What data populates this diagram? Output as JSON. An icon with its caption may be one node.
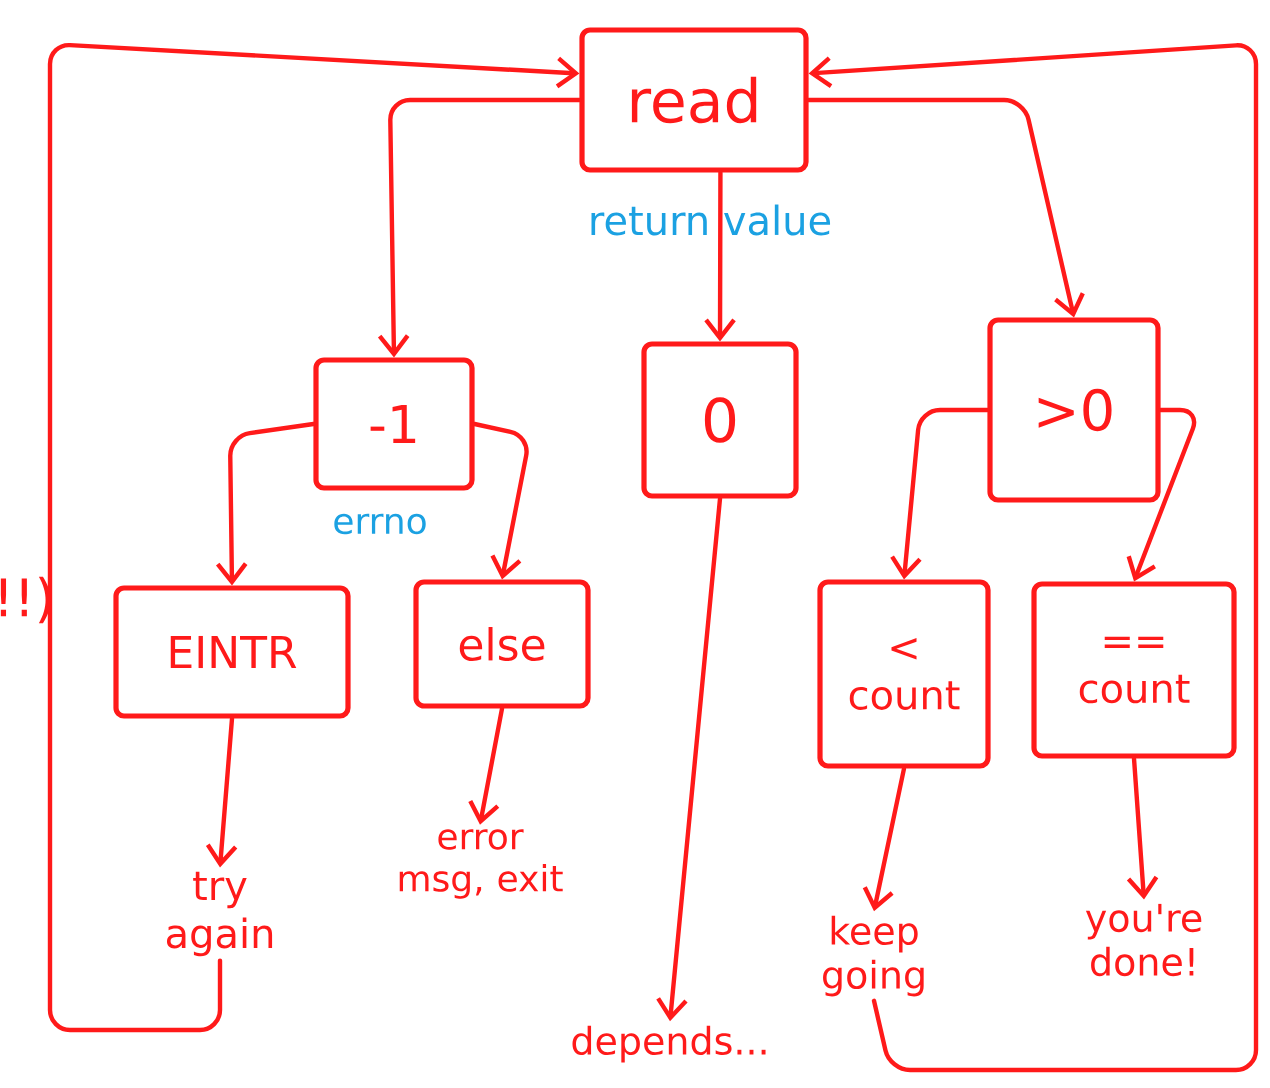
{
  "diagram": {
    "nodes": [
      {
        "text": [
          "read"
        ]
      },
      {
        "text": [
          "-1"
        ]
      },
      {
        "text": [
          "0"
        ]
      },
      {
        "text": [
          ">0"
        ]
      },
      {
        "text": [
          "EINTR"
        ]
      },
      {
        "text": [
          "else"
        ]
      },
      {
        "text": [
          "< count"
        ]
      },
      {
        "text": [
          "== count"
        ]
      },
      {
        "text": [
          "try again"
        ]
      },
      {
        "text": [
          "error msg, exit"
        ]
      },
      {
        "text": [
          "depends..."
        ]
      },
      {
        "text": [
          "keep going"
        ]
      },
      {
        "text": [
          "you're done!"
        ]
      }
    ],
    "edges": [
      {
        "from": 0,
        "to": 1,
        "arrow": "to"
      },
      {
        "from": 0,
        "to": 2,
        "arrow": "to"
      },
      {
        "from": 0,
        "to": 3,
        "arrow": "to"
      },
      {
        "from": 1,
        "to": 4,
        "arrow": "to"
      },
      {
        "from": 1,
        "to": 5,
        "arrow": "to"
      },
      {
        "from": 3,
        "to": 6,
        "arrow": "to"
      },
      {
        "from": 3,
        "to": 7,
        "arrow": "to"
      },
      {
        "from": 4,
        "to": 8,
        "arrow": "to"
      },
      {
        "from": 5,
        "to": 9,
        "arrow": "to"
      },
      {
        "from": 2,
        "to": 10,
        "arrow": "to"
      },
      {
        "from": 6,
        "to": 11,
        "arrow": "to"
      },
      {
        "from": 7,
        "to": 12,
        "arrow": "to"
      },
      {
        "from": 8,
        "to": 0,
        "arrow": "to"
      },
      {
        "from": 11,
        "to": 0,
        "arrow": "to"
      }
    ],
    "labels": [
      "return value",
      "errno",
      "!!)"
    ]
  }
}
